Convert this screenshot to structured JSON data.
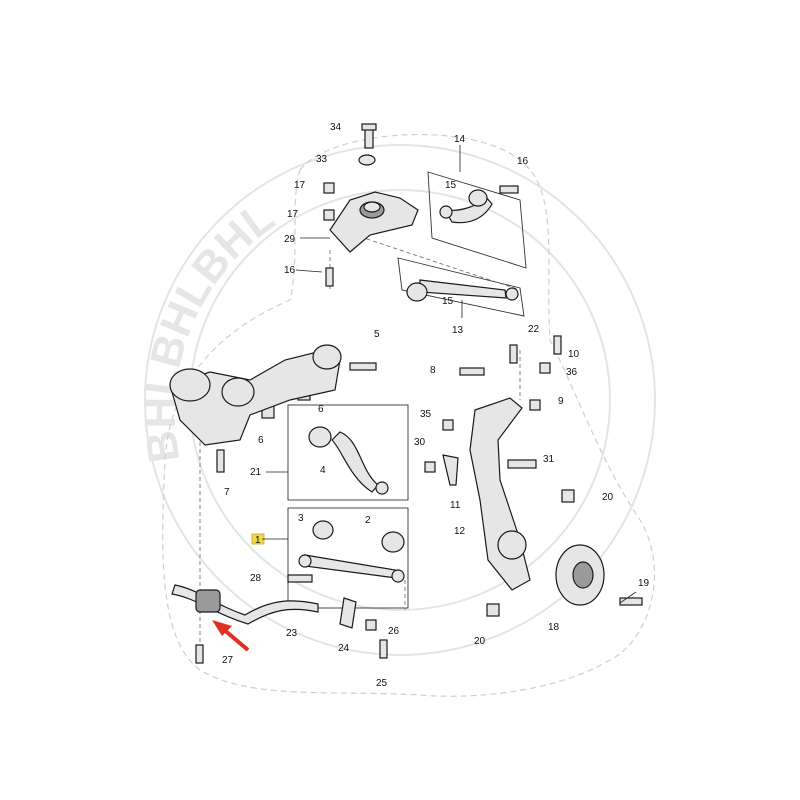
{
  "watermark": {
    "text": "BHLBHLBHL"
  },
  "callouts": {
    "c1": "1",
    "c2": "2",
    "c3": "3",
    "c4": "4",
    "c5": "5",
    "c6a": "6",
    "c6b": "6",
    "c7": "7",
    "c8": "8",
    "c9": "9",
    "c10": "10",
    "c11": "11",
    "c12": "12",
    "c13": "13",
    "c14": "14",
    "c15a": "15",
    "c15b": "15",
    "c16a": "16",
    "c16b": "16",
    "c17a": "17",
    "c17b": "17",
    "c18": "18",
    "c19": "19",
    "c20a": "20",
    "c20b": "20",
    "c21": "21",
    "c22": "22",
    "c23": "23",
    "c24": "24",
    "c25": "25",
    "c26": "26",
    "c27": "27",
    "c28": "28",
    "c29": "29",
    "c30": "30",
    "c31": "31",
    "c33": "33",
    "c34": "34",
    "c35": "35",
    "c36": "36"
  },
  "colors": {
    "arrow": "#e03024",
    "highlight": "#f2d64b"
  },
  "icons": {
    "arrow": "red-arrow-icon"
  }
}
